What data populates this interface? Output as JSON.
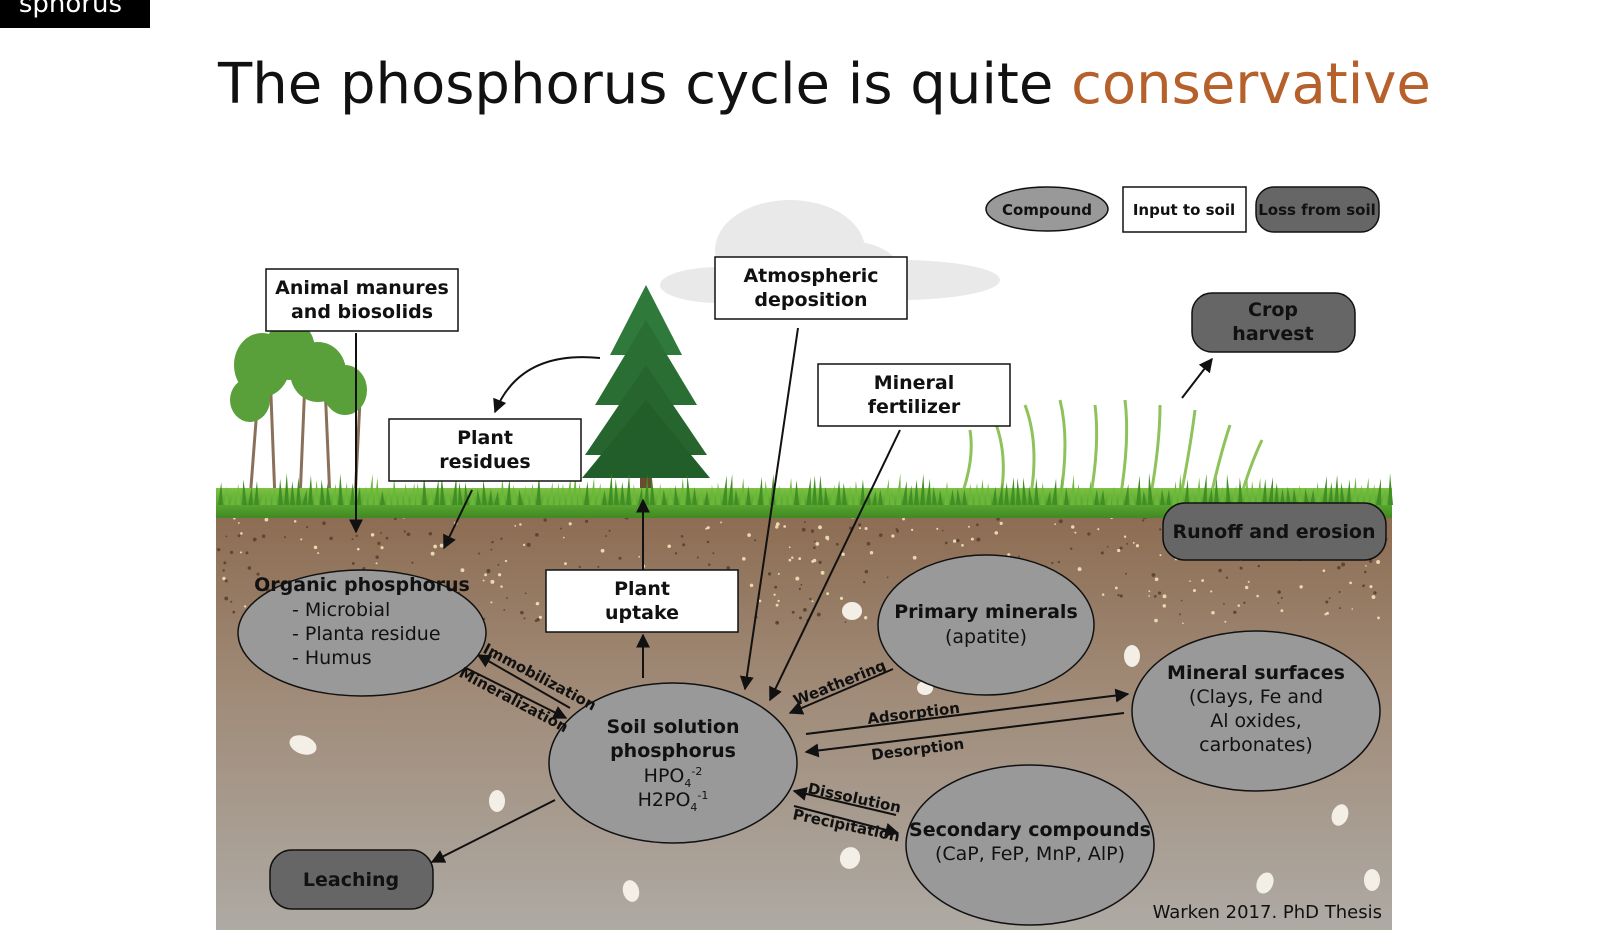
{
  "section_tag": "sphorus",
  "title": {
    "prefix": "The phosphorus cycle is quite ",
    "accent": "conservative"
  },
  "legend": {
    "compound": "Compound",
    "input": "Input to soil",
    "loss": "Loss from soil"
  },
  "inputs": {
    "animal_manures": [
      "Animal manures",
      "and biosolids"
    ],
    "atmospheric": [
      "Atmospheric",
      "deposition"
    ],
    "plant_residues": [
      "Plant",
      "residues"
    ],
    "mineral_fertilizer": [
      "Mineral",
      "fertilizer"
    ],
    "plant_uptake": [
      "Plant",
      "uptake"
    ]
  },
  "losses": {
    "crop_harvest": [
      "Crop",
      "harvest"
    ],
    "runoff": "Runoff and erosion",
    "leaching": "Leaching"
  },
  "compounds": {
    "organic": {
      "title": "Organic phosphorus",
      "items": [
        "- Microbial",
        "- Planta residue",
        "- Humus"
      ]
    },
    "primary": {
      "title": "Primary minerals",
      "sub": "(apatite)"
    },
    "soil_solution": {
      "title": [
        "Soil solution",
        "phosphorus"
      ],
      "f1": "HPO",
      "f1_sub": "4",
      "f1_sup": "-2",
      "f2": "H2PO",
      "f2_sub": "4",
      "f2_sup": "-1"
    },
    "mineral_surfaces": {
      "title": "Mineral surfaces",
      "sub": [
        "(Clays, Fe and",
        "Al oxides,",
        "carbonates)"
      ]
    },
    "secondary": {
      "title": "Secondary compounds",
      "sub": "(CaP, FeP, MnP, AlP)"
    }
  },
  "processes": {
    "immobilization": "Immobilization",
    "mineralization": "Mineralization",
    "weathering": "Weathering",
    "adsorption": "Adsorption",
    "desorption": "Desorption",
    "dissolution": "Dissolution",
    "precipitation": "Precipitation"
  },
  "credit": "Warken 2017. PhD Thesis",
  "colors": {
    "compound_fill": "#999999",
    "loss_fill": "#666666",
    "accent": "#b6602b",
    "soil_top": "#8c6a4e",
    "soil_bottom": "#a9a49e",
    "grass": "#4f9a2a"
  }
}
